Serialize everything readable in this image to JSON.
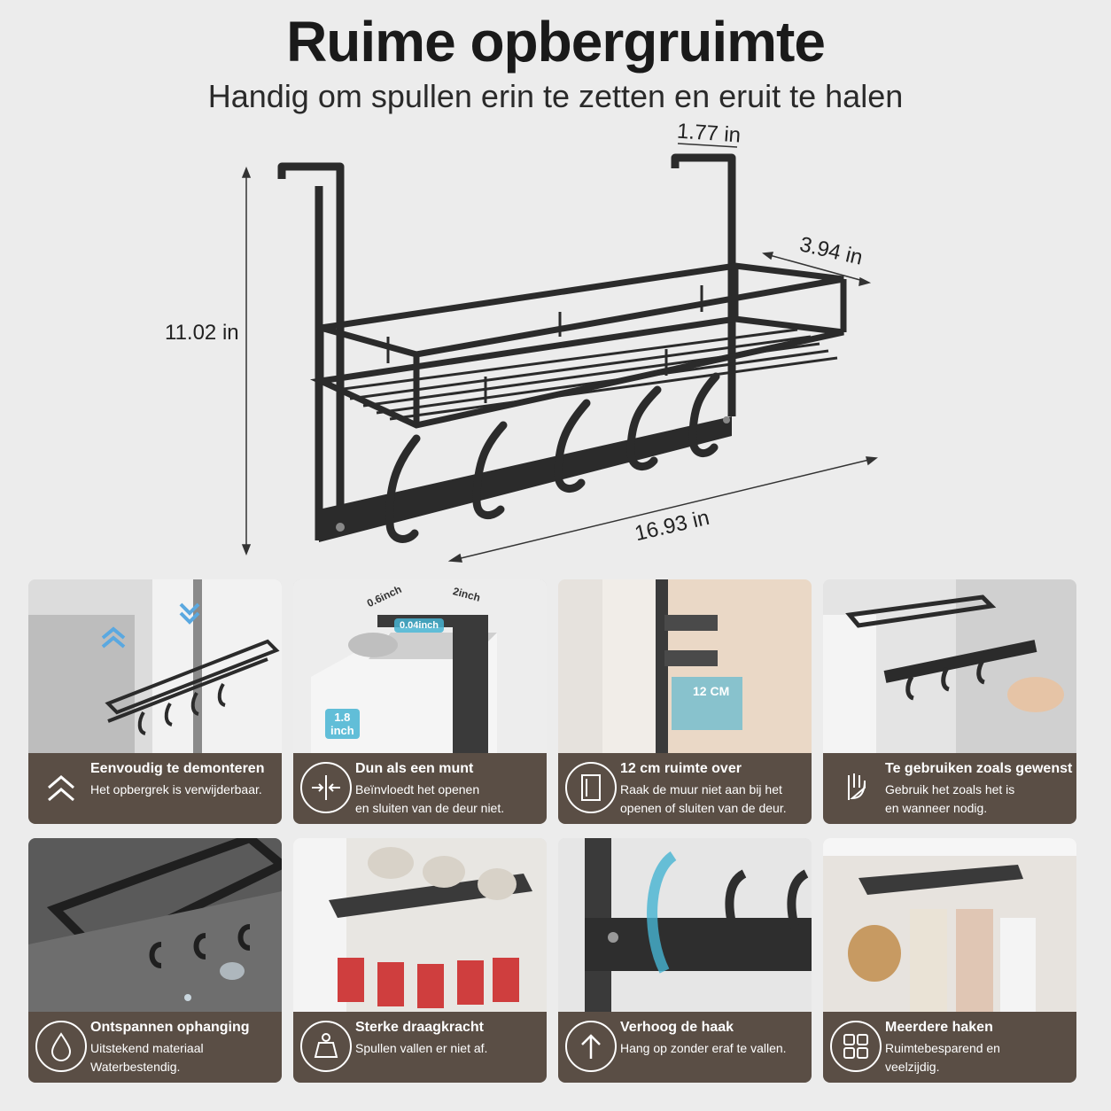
{
  "header": {
    "title": "Ruime opbergruimte",
    "subtitle": "Handig om spullen erin te zetten en eruit te halen"
  },
  "dimensions": {
    "height": "11.02 in",
    "hook_depth": "1.77 in",
    "depth": "3.94 in",
    "width": "16.93 in"
  },
  "cards": [
    {
      "title": "Eenvoudig te demonteren",
      "desc": "Het opbergrek is verwijderbaar.",
      "icon": "double-chevron-up-icon"
    },
    {
      "title": "Dun als een munt",
      "desc": "Beïnvloedt het openen\nen sluiten van de deur niet.",
      "icon": "thin-arrows-icon",
      "labels": {
        "a": "0.6inch",
        "b": "2inch",
        "c": "0.04inch",
        "d": "1.8\ninch"
      }
    },
    {
      "title": "12 cm ruimte over",
      "desc": "Raak de muur niet aan bij het\nopenen of sluiten van de deur.",
      "icon": "door-icon",
      "labels": {
        "a": "12 CM"
      }
    },
    {
      "title": "Te gebruiken zoals gewenst",
      "desc": "Gebruik het zoals het is\nen wanneer nodig.",
      "icon": "hand-icon"
    },
    {
      "title": "Ontspannen ophanging",
      "desc": "Uitstekend materiaal\nWaterbestendig.",
      "icon": "water-drop-icon"
    },
    {
      "title": "Sterke draagkracht",
      "desc": "Spullen vallen er niet af.",
      "icon": "weight-icon"
    },
    {
      "title": "Verhoog de haak",
      "desc": "Hang op zonder eraf te vallen.",
      "icon": "arrow-up-icon"
    },
    {
      "title": "Meerdere haken",
      "desc": "Ruimtebesparend en\nveelzijdig.",
      "icon": "grid-icon"
    }
  ],
  "colors": {
    "band": "#5a4e45",
    "metal": "#2b2b2b",
    "accent": "#46b4d2",
    "background": "#ececec"
  }
}
